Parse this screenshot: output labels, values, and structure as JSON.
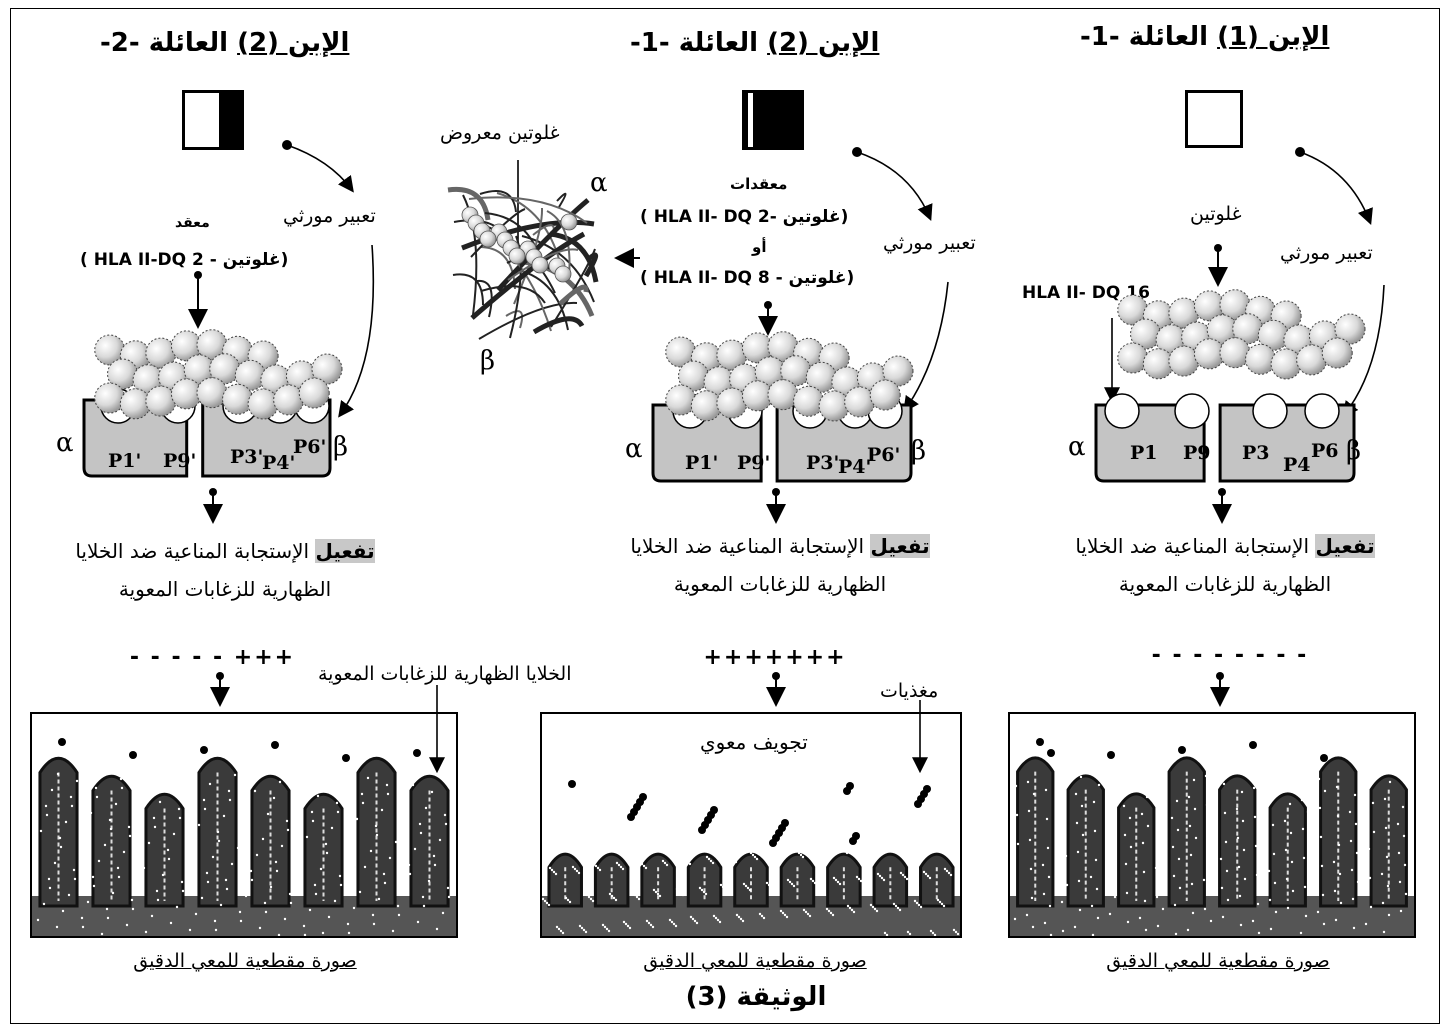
{
  "document_caption": "الوثيقة (3)",
  "panels": [
    {
      "id": "right",
      "title_child": "الإبن (1)",
      "title_family": "العائلة -1-",
      "genetic_label": "تعبير مورثي",
      "gluten_label": "غلوتين",
      "hla_label": "HLA II- DQ 16",
      "pockets": [
        "P1",
        "P9",
        "P3",
        "P4",
        "P6"
      ],
      "activation_bold": "تفعيل",
      "activation_rest": "الإستجابة المناعية ضد الخلايا الظهارية للزغابات المعوية",
      "signs": "- - - - - - - -",
      "caption": "صورة مقطعية للمعي الدقيق"
    },
    {
      "id": "middle",
      "title_child": "الإبن (2)",
      "title_family": "العائلة -1-",
      "genetic_label": "تعبير مورثي",
      "complexes_label": "معقدات",
      "complex1": "( HLA II- DQ 2- غلوتين)",
      "or_label": "أو",
      "complex2": "( HLA II- DQ 8 - غلوتين)",
      "pockets": [
        "P1'",
        "P9'",
        "P3'",
        "P4'",
        "P6'"
      ],
      "activation_bold": "تفعيل",
      "activation_rest": "الإستجابة المناعية ضد الخلايا الظهارية للزغابات المعوية",
      "signs": "+++++++",
      "lumen_label": "تجويف معوي",
      "nutrients_label": "مغذيات",
      "caption": "صورة مقطعية للمعي الدقيق"
    },
    {
      "id": "left",
      "title_child": "الإبن (2)",
      "title_family": "العائلة -2-",
      "genetic_label": "تعبير مورثي",
      "complex_label": "معقد",
      "complex1": "( HLA II-DQ 2 - غلوتين)",
      "pockets": [
        "P1'",
        "P9'",
        "P3'",
        "P4'",
        "P6'"
      ],
      "activation_bold": "تفعيل",
      "activation_rest": "الإستجابة المناعية ضد الخلايا الظهارية للزغابات المعوية",
      "signs": "- - - - - +++",
      "epithelial_label": "الخلايا الظهارية للزغابات المعوية",
      "caption": "صورة مقطعية للمعي الدقيق"
    }
  ],
  "protein": {
    "label": "غلوتين معروض",
    "alpha": "α",
    "beta": "β"
  },
  "greek": {
    "alpha": "α",
    "beta": "β"
  }
}
